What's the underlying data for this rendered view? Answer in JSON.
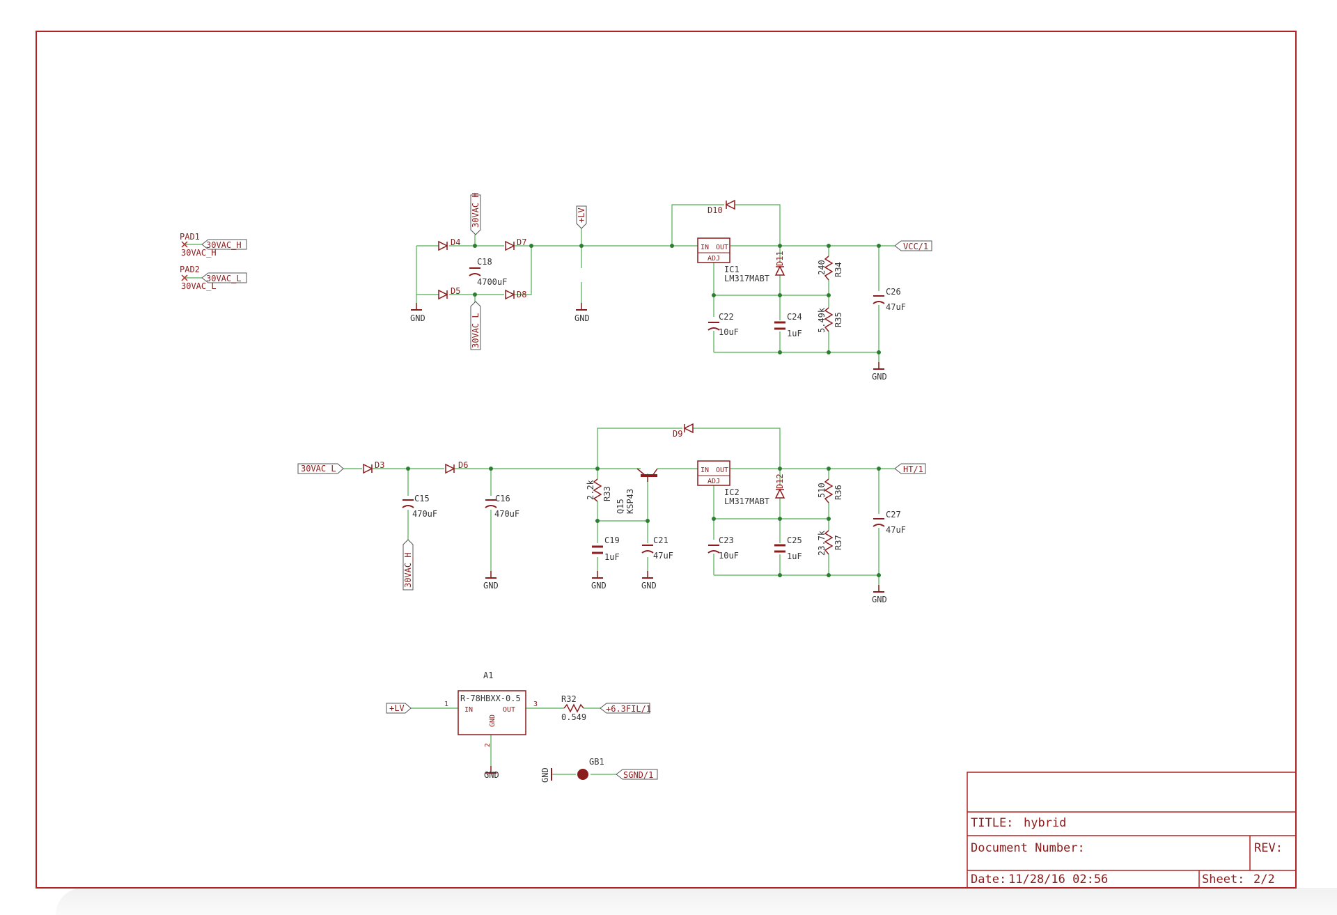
{
  "title_block": {
    "title_label": "TITLE:",
    "title_value": "hybrid",
    "doc_label": "Document Number:",
    "rev_label": "REV:",
    "date_label": "Date:",
    "date_value": "11/28/16 02:56",
    "sheet_label": "Sheet:",
    "sheet_value": "2/2"
  },
  "pads": [
    {
      "ref": "PAD1",
      "net": "30VAC_H",
      "value": "30VAC_H"
    },
    {
      "ref": "PAD2",
      "net": "30VAC_L",
      "value": "30VAC_L"
    }
  ],
  "nets": {
    "ac_h": "30VAC_H",
    "ac_l": "30VAC_L",
    "lv": "+LV",
    "vcc": "VCC/1",
    "ht": "HT/1",
    "fil": "+6.3FIL/1",
    "sgnd": "SGND/1",
    "gnd": "GND"
  },
  "diodes": [
    "D4",
    "D5",
    "D7",
    "D8",
    "D10",
    "D11",
    "D3",
    "D6",
    "D9",
    "D12"
  ],
  "capacitors": [
    {
      "ref": "C18",
      "value": "4700uF"
    },
    {
      "ref": "C22",
      "value": "10uF"
    },
    {
      "ref": "C24",
      "value": "1uF"
    },
    {
      "ref": "C26",
      "value": "47uF"
    },
    {
      "ref": "C15",
      "value": "470uF"
    },
    {
      "ref": "C16",
      "value": "470uF"
    },
    {
      "ref": "C19",
      "value": "1uF"
    },
    {
      "ref": "C21",
      "value": "47uF"
    },
    {
      "ref": "C23",
      "value": "10uF"
    },
    {
      "ref": "C25",
      "value": "1uF"
    },
    {
      "ref": "C27",
      "value": "47uF"
    }
  ],
  "resistors": [
    {
      "ref": "R34",
      "value": "240"
    },
    {
      "ref": "R35",
      "value": "5.49k"
    },
    {
      "ref": "R33",
      "value": "2.2k"
    },
    {
      "ref": "R36",
      "value": "510"
    },
    {
      "ref": "R37",
      "value": "23.7k"
    },
    {
      "ref": "R32",
      "value": "0.549"
    }
  ],
  "ics": [
    {
      "ref": "IC1",
      "part": "LM317MABT",
      "pin_in": "IN",
      "pin_out": "OUT",
      "pin_adj": "ADJ"
    },
    {
      "ref": "IC2",
      "part": "LM317MABT",
      "pin_in": "IN",
      "pin_out": "OUT",
      "pin_adj": "ADJ"
    }
  ],
  "transistor": {
    "ref": "Q15",
    "part": "KSP43"
  },
  "regulator": {
    "ref": "A1",
    "part": "R-78HBXX-0.5",
    "pin_in": "IN",
    "pin_out": "OUT",
    "pin_gnd": "GND",
    "pin1": "1",
    "pin2": "2",
    "pin3": "3"
  },
  "battery": {
    "ref": "GB1"
  },
  "colors": {
    "frame": "#b22222",
    "wire": "#4caf50",
    "symbol": "#8b1c1c",
    "junction": "#2e7d32"
  }
}
